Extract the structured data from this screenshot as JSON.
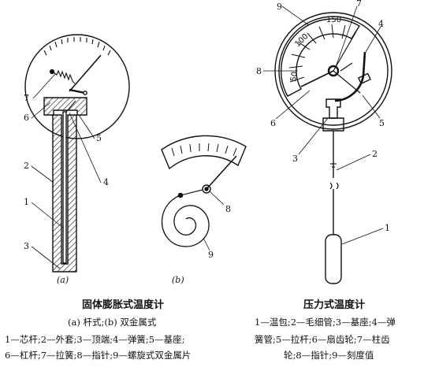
{
  "left": {
    "labels": [
      "1",
      "2",
      "3",
      "4",
      "5",
      "6",
      "7"
    ],
    "sub_a": "(a)",
    "sub_b": "(b)",
    "label_8": "8",
    "label_9": "9",
    "title": "固体膨胀式温度计",
    "subtitle": "(a) 杆式;(b) 双金属式",
    "legend_line1": "1—芯杆;2—外套;3—顶端;4—弹簧;5—基座;",
    "legend_line2": "6—杠杆;7—拉簧;8—指针;9—螺旋式双金属片"
  },
  "right": {
    "labels": [
      "1",
      "2",
      "3",
      "4",
      "5",
      "6",
      "7",
      "8",
      "9"
    ],
    "scale": [
      "50",
      "100",
      "150"
    ],
    "title": "压力式温度计",
    "legend_line1": "1—温包;2—毛细管;3—基座;4—弹",
    "legend_line2": "簧管;5—拉杆;6—扇齿轮;7—柱齿",
    "legend_line3": "轮;8—指针;9—刻度值"
  }
}
